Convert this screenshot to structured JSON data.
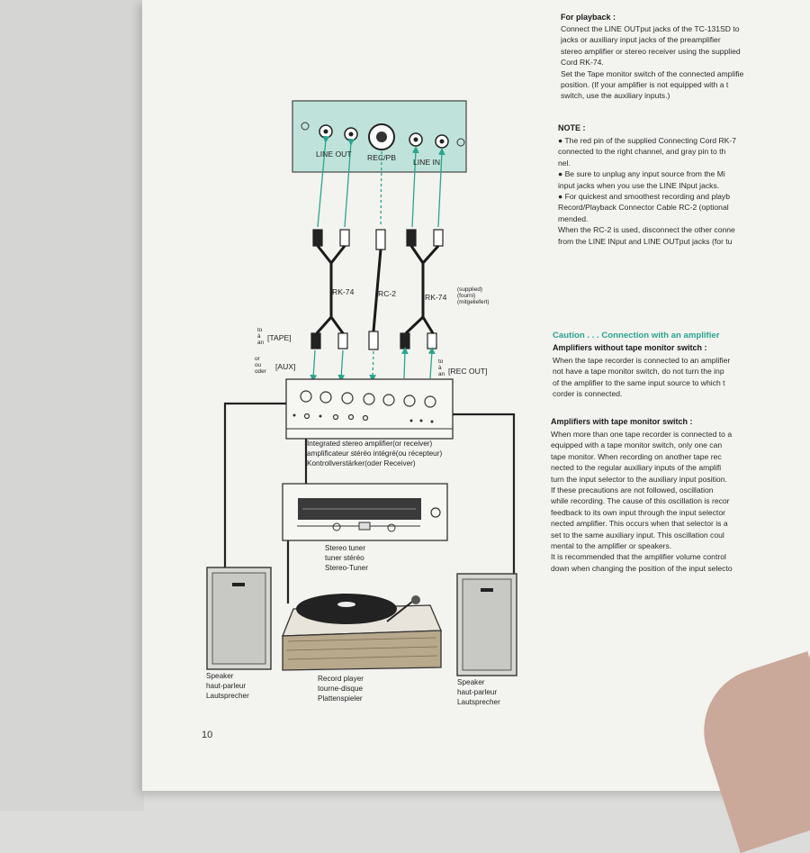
{
  "right_column": {
    "playback_heading": "For playback :",
    "playback_lines": [
      "Connect the LINE OUTput jacks of the TC-131SD to",
      "jacks or auxiliary input jacks of the preamplifier",
      "stereo amplifier or stereo receiver using the supplied",
      "Cord RK-74.",
      "Set the Tape monitor switch of the connected amplifie",
      "position. (If your amplifier is not equipped with a t",
      "switch, use the auxiliary inputs.)"
    ],
    "note_heading": "NOTE :",
    "note_lines": [
      "● The red pin of the supplied Connecting Cord RK-7",
      "   connected to the right channel, and gray pin to th",
      "   nel.",
      "● Be sure to unplug any input source from the Mi",
      "   input jacks when you use the LINE INput jacks.",
      "● For quickest and smoothest recording and playb",
      "   Record/Playback Connector Cable RC-2 (optional",
      "   mended.",
      "   When the RC-2 is used, disconnect the other conne",
      "   from the LINE INput and LINE OUTput jacks (for tu"
    ],
    "caution_heading": "Caution . . . Connection with an amplifier",
    "no_monitor_heading": "Amplifiers without tape monitor switch :",
    "no_monitor_lines": [
      "When the tape recorder is connected to an amplifier",
      "not have a tape monitor switch, do not turn the inp",
      "of the amplifier to the same input source to which t",
      "corder is connected."
    ],
    "monitor_heading": "Amplifiers with tape monitor switch :",
    "monitor_lines": [
      "When more than one tape recorder is connected to a",
      "equipped with a tape monitor switch, only one can",
      "tape monitor.  When recording on another tape rec",
      "nected to the regular auxiliary inputs of the amplifi",
      "turn the input selector to the auxiliary input position.",
      "If these precautions are not followed, oscillation",
      "while recording.  The cause of this oscillation is recor",
      "feedback to its own input through the input selector",
      "nected amplifier.  This occurs when that selector is a",
      "set to the same auxiliary input.  This oscillation coul",
      "mental to the amplifier or speakers.",
      "It is recommended that the amplifier volume control",
      "down when changing the position of the input selecto"
    ]
  },
  "diagram": {
    "panel_labels": {
      "line_out": "LINE OUT",
      "rec_pb": "REC/PB",
      "line_in": "LINE IN"
    },
    "cable_rk74_left": "RK-74",
    "cable_rc2": "RC-2",
    "cable_rk74_right": "RK-74",
    "supplied_lines": [
      "(supplied)",
      "(fourni)",
      "(mitgeliefert)"
    ],
    "to_lines": [
      "to",
      "à",
      "an"
    ],
    "tape": "[TAPE]",
    "or_lines": [
      "or",
      "ou",
      "oder"
    ],
    "aux": "[AUX]",
    "to2_lines": [
      "to",
      "à",
      "an"
    ],
    "rec_out": "[REC OUT]",
    "amp_lines": [
      "Integrated stereo amplifier(or receiver)",
      "amplificateur stéréo intégré(ou récepteur)",
      "Kontrollverstärker(oder Receiver)"
    ],
    "tuner_lines": [
      "Stereo tuner",
      "tuner stéréo",
      "Stereo-Tuner"
    ],
    "speaker_left_lines": [
      "Speaker",
      "haut-parleur",
      "Lautsprecher"
    ],
    "record_lines": [
      "Record player",
      "tourne-disque",
      "Plattenspieler"
    ],
    "speaker_right_lines": [
      "Speaker",
      "haut-parleur",
      "Lautsprecher"
    ]
  },
  "page_number": "10",
  "colors": {
    "teal": "#2aa48e",
    "panel": "#bfe3da",
    "paper": "#f3f3f0"
  }
}
